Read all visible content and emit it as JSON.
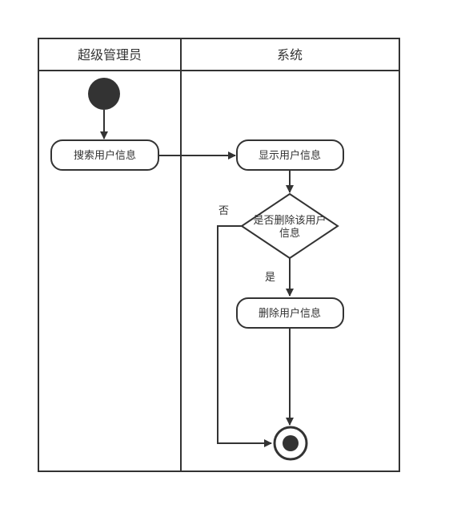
{
  "lanes": {
    "left": {
      "title": "超级管理员"
    },
    "right": {
      "title": "系统"
    }
  },
  "nodes": {
    "search": {
      "label": "搜索用户信息"
    },
    "display": {
      "label": "显示用户信息"
    },
    "decision": {
      "line1": "是否删除该用户",
      "line2": "信息"
    },
    "delete": {
      "label": "删除用户信息"
    }
  },
  "edges": {
    "no_label": "否",
    "yes_label": "是"
  },
  "colors": {
    "stroke": "#333333",
    "fill_dark": "#333333",
    "fill_light": "#ffffff"
  }
}
